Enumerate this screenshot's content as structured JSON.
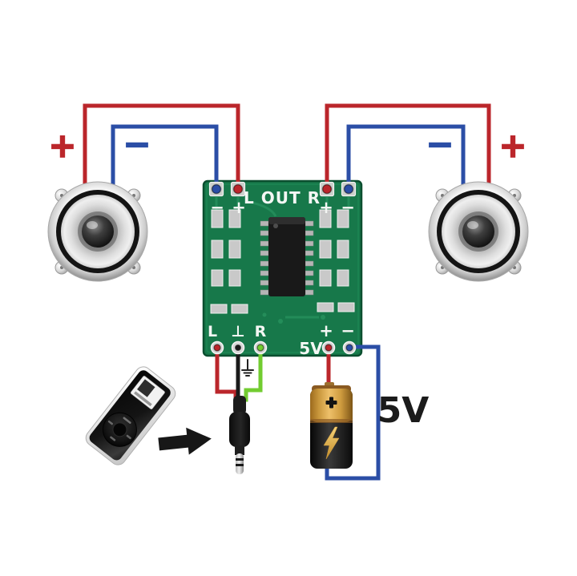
{
  "colors": {
    "background_white": "#ffffff",
    "wire_red": "#bb262b",
    "wire_blue": "#2b4ea6",
    "wire_green": "#72cc30",
    "wire_black": "#1a1a1a",
    "pcb_green": "#17784a",
    "pcb_edge": "#0b4e2f",
    "silkscreen_white": "#f4f7f4",
    "battery_gold": "#d29a3a",
    "battery_black": "#141414",
    "label_black": "#1b1b1b"
  },
  "left_speaker": {
    "plus": "+",
    "minus": "−"
  },
  "right_speaker": {
    "plus": "+",
    "minus": "−"
  },
  "board": {
    "output_title": "L OUT R",
    "out_pad_signs": [
      "−",
      "+",
      "+",
      "−"
    ],
    "in_labels": [
      "L",
      "⊥",
      "R"
    ],
    "power_signs": [
      "+",
      "−"
    ],
    "power_label": "5V"
  },
  "supply": {
    "voltage_label": "5V"
  },
  "icons": {
    "ground_icon": "earth-ground",
    "battery_plus_icon": "plus",
    "battery_bolt_icon": "lightning",
    "arrow_icon": "right-arrow"
  }
}
